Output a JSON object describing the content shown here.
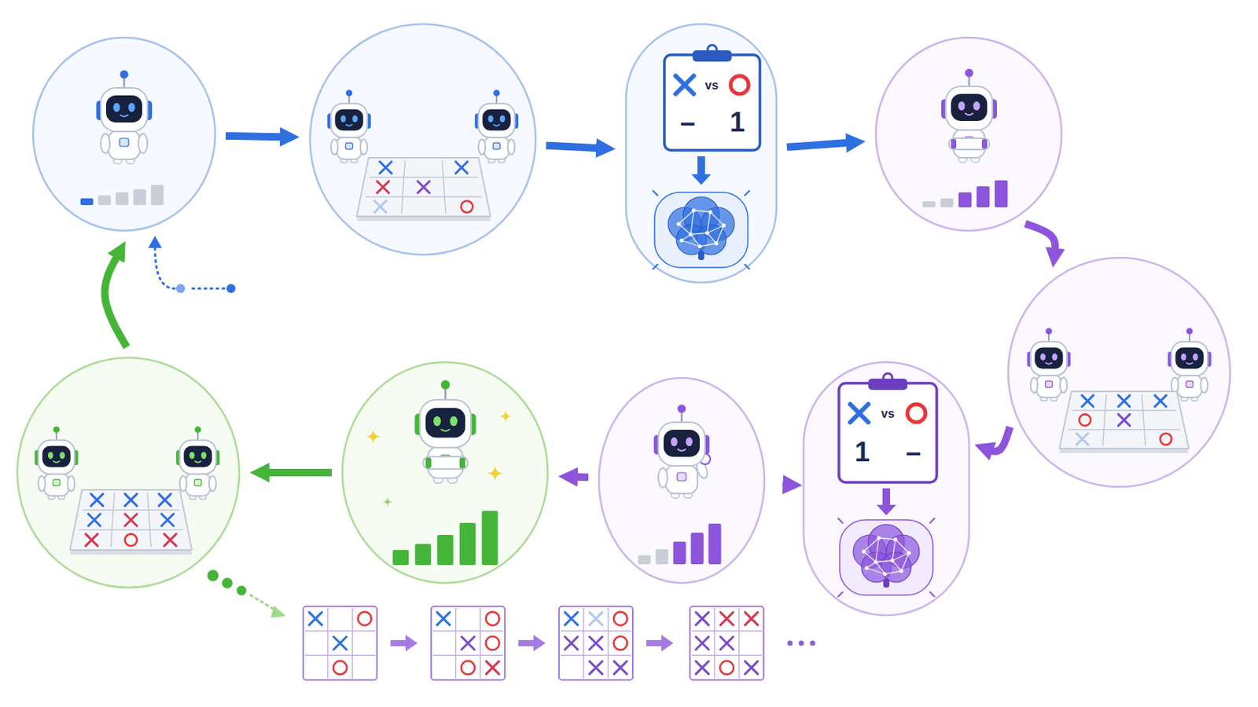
{
  "diagram": {
    "nodes": [
      {
        "text": []
      },
      {
        "text": []
      },
      {
        "text": []
      },
      {
        "text": [
          "vs",
          "–",
          "1"
        ],
        "in": 2
      },
      {
        "text": []
      },
      {
        "text": []
      },
      {
        "text": []
      },
      {
        "text": [
          "vs",
          "1",
          "–"
        ],
        "in": 6
      },
      {
        "text": []
      },
      {
        "text": []
      },
      {
        "text": []
      }
    ],
    "edges": [
      {
        "from": 0,
        "to": 1,
        "arrow": "to"
      },
      {
        "from": 1,
        "to": 2,
        "arrow": "to"
      },
      {
        "from": 2,
        "to": 4,
        "arrow": "to"
      },
      {
        "from": 4,
        "to": 5,
        "arrow": "to"
      },
      {
        "from": 5,
        "to": 6,
        "arrow": "to"
      },
      {
        "from": 6,
        "to": 8,
        "arrow": "to"
      },
      {
        "from": 8,
        "to": 9,
        "arrow": "to"
      },
      {
        "from": 9,
        "to": 10,
        "arrow": "to"
      },
      {
        "from": 10,
        "to": 0,
        "arrow": "to"
      }
    ]
  }
}
